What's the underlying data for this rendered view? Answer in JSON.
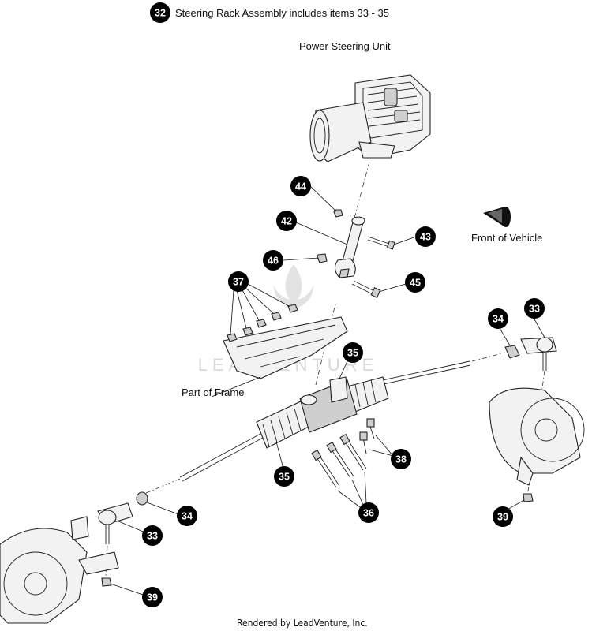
{
  "header_note": "Steering Rack Assembly includes items 33 - 35",
  "labels": {
    "power_steering": "Power Steering Unit",
    "front_of_vehicle": "Front of Vehicle",
    "part_of_frame": "Part of Frame"
  },
  "watermark": "LEADVENTURE",
  "footer": "Rendered by LeadVenture, Inc.",
  "callouts": [
    {
      "id": "32",
      "name": "callout-32"
    },
    {
      "id": "44",
      "name": "callout-44"
    },
    {
      "id": "42",
      "name": "callout-42"
    },
    {
      "id": "43",
      "name": "callout-43"
    },
    {
      "id": "46",
      "name": "callout-46"
    },
    {
      "id": "45",
      "name": "callout-45"
    },
    {
      "id": "37",
      "name": "callout-37"
    },
    {
      "id": "34",
      "name": "callout-34-right"
    },
    {
      "id": "33",
      "name": "callout-33-right"
    },
    {
      "id": "35",
      "name": "callout-35-top"
    },
    {
      "id": "38",
      "name": "callout-38"
    },
    {
      "id": "35",
      "name": "callout-35-bottom"
    },
    {
      "id": "36",
      "name": "callout-36"
    },
    {
      "id": "34",
      "name": "callout-34-left"
    },
    {
      "id": "33",
      "name": "callout-33-left"
    },
    {
      "id": "39",
      "name": "callout-39-right"
    },
    {
      "id": "39",
      "name": "callout-39-left"
    }
  ]
}
